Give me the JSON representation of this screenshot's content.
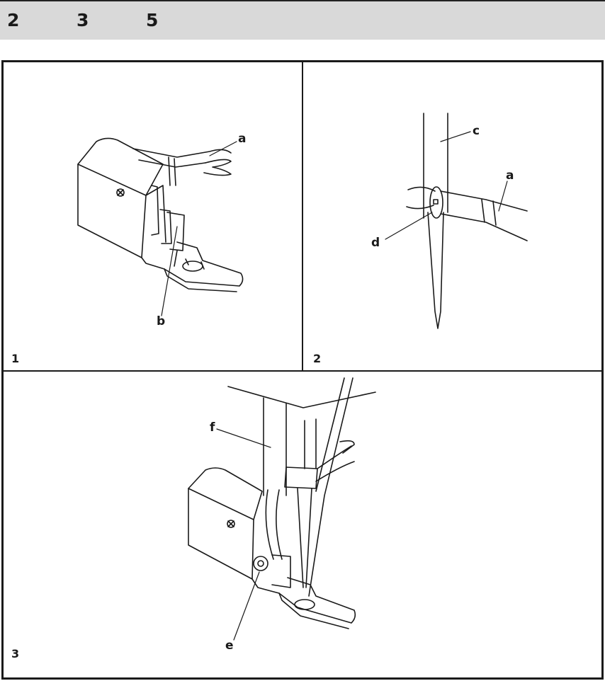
{
  "header": {
    "steps": [
      "2",
      "3",
      "5"
    ]
  },
  "panels": [
    {
      "number": "1",
      "labels": [
        "a",
        "b"
      ]
    },
    {
      "number": "2",
      "labels": [
        "c",
        "a",
        "d"
      ]
    },
    {
      "number": "3",
      "labels": [
        "f",
        "e"
      ]
    }
  ]
}
